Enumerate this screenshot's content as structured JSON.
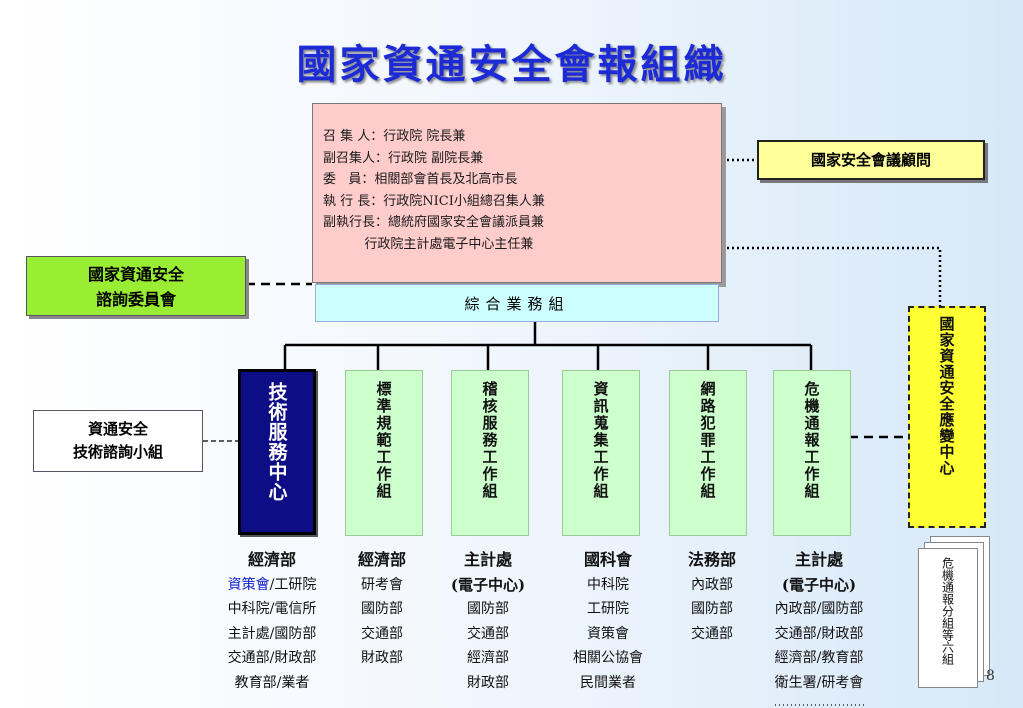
{
  "title": "國家資通安全會報組織",
  "chair_lines": [
    "召 集 人：行政院 院長兼",
    "副召集人：行政院 副院長兼",
    "委   員：相關部會首長及北高市長",
    "執 行 長：行政院NICI小組總召集人兼",
    "副執行長：總統府國家安全會議派員兼",
    "          行政院主計處電子中心主任兼"
  ],
  "operations": "綜合業務組",
  "nsc_advisor": "國家安全會議顧問",
  "advisory_committee": [
    "國家資通安全",
    "諮詢委員會"
  ],
  "tech_consult": [
    "資通安全",
    "技術諮詢小組"
  ],
  "emergency_center": "國家資通安全應變中心",
  "tech_center": "技術服務中心",
  "groups": [
    "標準規範工作組",
    "稽核服務工作組",
    "資訊蒐集工作組",
    "網路犯罪工作組",
    "危機通報工作組"
  ],
  "sub_groups": "危機通報分組等六組",
  "members": [
    {
      "head": "經濟部",
      "lines": [
        "資策會/工研院",
        "中科院/電信所",
        "主計處/國防部",
        "交通部/財政部",
        "教育部/業者"
      ]
    },
    {
      "head": "經濟部",
      "lines": [
        "研考會",
        "國防部",
        "交通部",
        "財政部"
      ]
    },
    {
      "head": "主計處",
      "lines": [
        "(電子中心)",
        "國防部",
        "交通部",
        "經濟部",
        "財政部"
      ]
    },
    {
      "head": "國科會",
      "lines": [
        "中科院",
        "工研院",
        "資策會",
        "相關公協會",
        "民間業者"
      ]
    },
    {
      "head": "法務部",
      "lines": [
        "內政部",
        "國防部",
        "交通部"
      ]
    },
    {
      "head": "主計處",
      "lines": [
        "(電子中心)",
        "內政部/國防部",
        "交通部/財政部",
        "經濟部/教育部",
        "衛生署/研考會"
      ]
    }
  ],
  "page_number": "8",
  "colors": {
    "title": "#1c2bd6",
    "chair_bg": "#ffcccc",
    "ops_bg": "#ccffff",
    "group_bg": "#ccffcc",
    "tech_bg": "#0d0d85",
    "emergency_bg": "#ffff33",
    "advisory_bg": "#99ee33",
    "nsc_bg": "#ffff99"
  }
}
